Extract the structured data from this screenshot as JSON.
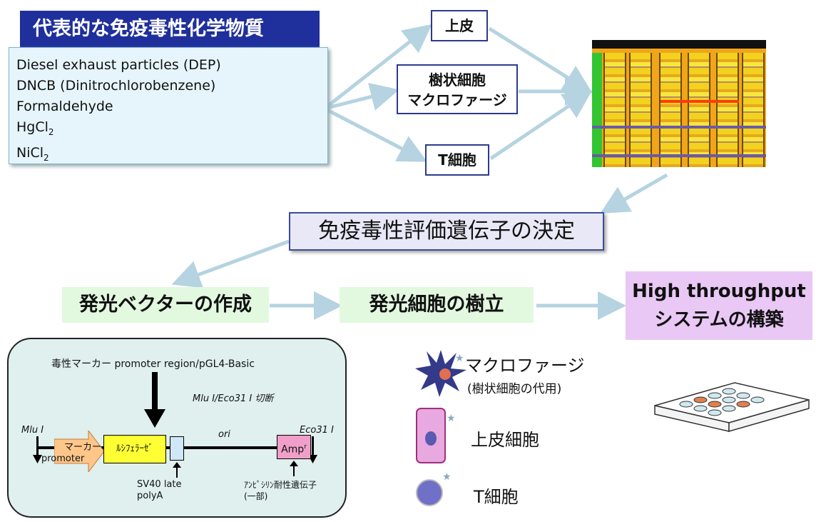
{
  "title": "代表的な免疫毒性化学物質",
  "chemicals": [
    {
      "text": "Diesel exhaust particles (DEP)"
    },
    {
      "text": "DNCB (Dinitrochlorobenzene)"
    },
    {
      "text": "Formaldehyde"
    },
    {
      "text": "HgCl",
      "sub": "2"
    },
    {
      "text": "NiCl",
      "sub": "2"
    }
  ],
  "cells": {
    "epithelial": "上皮",
    "dc_line1": "樹状細胞",
    "dc_line2": "マクロファージ",
    "tcell": "T細胞"
  },
  "decision": "免疫毒性評価遺伝子の決定",
  "steps": {
    "vector": "発光ベクターの作成",
    "cells": "発光細胞の樹立",
    "ht_line1": "High throughput",
    "ht_line2": "システムの構築"
  },
  "vector": {
    "header": "毒性マーカー promoter region/pGL4-Basic",
    "cut": "Mlu I/Eco31 I 切断",
    "mlu": "Mlu I",
    "eco": "Eco31 I",
    "ori": "ori",
    "marker": "マーカー",
    "promoter": "promoter",
    "luc": "ﾙｼﾌｪﾗｰｾﾞ",
    "amp": "Amp",
    "amp_sup": "r",
    "sv40_1": "SV40 late",
    "sv40_2": "polyA",
    "amp_note_1": "ｱﾝﾋﾟｼﾘﾝ耐性遺伝子",
    "amp_note_2": "(一部)"
  },
  "legend": {
    "macrophage": "マクロファージ",
    "macrophage_sub": "(樹状細胞の代用)",
    "epithelial": "上皮細胞",
    "tcell": "T細胞"
  },
  "colors": {
    "title_bg": "#1f2f9b",
    "arrow": "#b5d3e0",
    "step_bg": "#e2f9e0",
    "ht_bg": "#e9c8f5",
    "luc_yellow": "#ffff33",
    "promoter_orange": "#ffc68a",
    "amp_pink": "#f0a0c8"
  }
}
